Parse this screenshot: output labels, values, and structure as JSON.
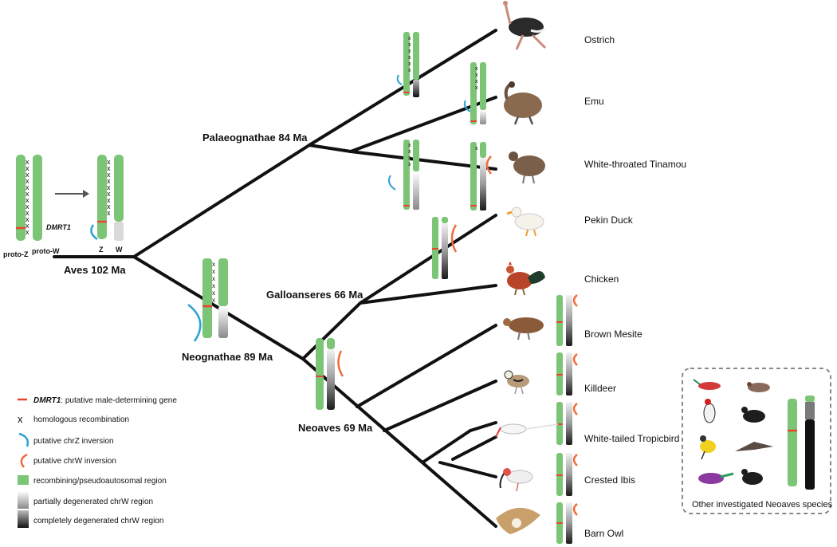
{
  "colors": {
    "green": "#7cc576",
    "red": "#e8452a",
    "blue": "#2ea3d6",
    "orange": "#f06c3b",
    "black": "#111111",
    "grey": "#d8d8d8",
    "box": "#888888"
  },
  "nodes": {
    "aves": "Aves 102 Ma",
    "palaeognathae": "Palaeognathae 84 Ma",
    "neognathae": "Neognathae 89 Ma",
    "galloanseres": "Galloanseres 66 Ma",
    "neoaves": "Neoaves 69 Ma"
  },
  "ancestral": {
    "proto_z": "proto-Z",
    "proto_w": "proto-W",
    "dmrt1": "DMRT1",
    "z": "Z",
    "w": "W"
  },
  "species": [
    {
      "name": "Ostrich",
      "icon": "ostrich-icon"
    },
    {
      "name": "Emu",
      "icon": "emu-icon"
    },
    {
      "name": "White-throated Tinamou",
      "icon": "tinamou-icon"
    },
    {
      "name": "Pekin Duck",
      "icon": "duck-icon"
    },
    {
      "name": "Chicken",
      "icon": "chicken-icon"
    },
    {
      "name": "Brown Mesite",
      "icon": "mesite-icon"
    },
    {
      "name": "Killdeer",
      "icon": "killdeer-icon"
    },
    {
      "name": "White-tailed Tropicbird",
      "icon": "tropicbird-icon"
    },
    {
      "name": "Crested Ibis",
      "icon": "ibis-icon"
    },
    {
      "name": "Barn Owl",
      "icon": "owl-icon"
    }
  ],
  "legend": {
    "dmrt1_term": "DMRT1",
    "dmrt1_rest": ": putative male-determining gene",
    "recombination": "homologous recombination",
    "z_inversion": "putative chrZ inversion",
    "w_inversion": "putative chrW inversion",
    "recombining": "recombining/pseudoautosomal region",
    "partial": "partially degenerated chrW region",
    "complete": "completely degenerated chrW region"
  },
  "other_box": {
    "label": "Other investigated Neoaves species"
  }
}
